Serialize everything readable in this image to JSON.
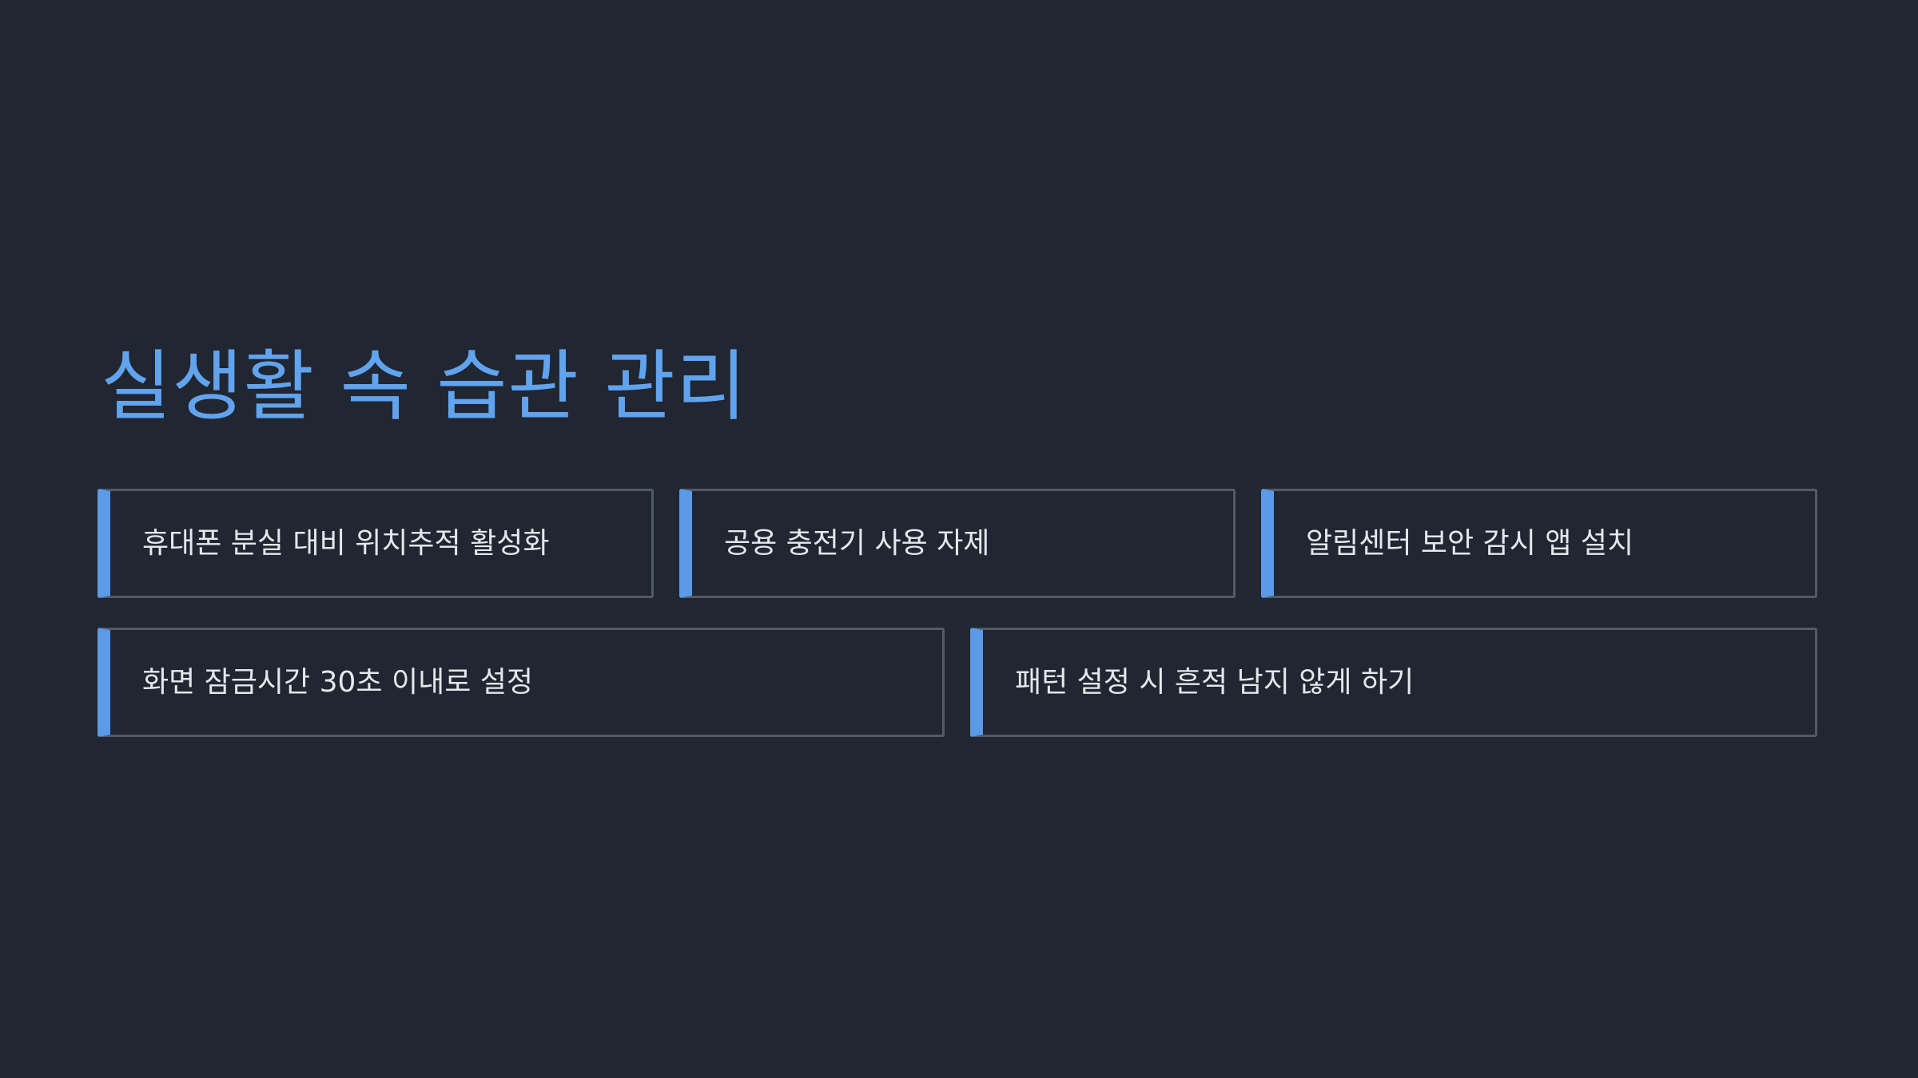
{
  "slide": {
    "title": "실생활 속 습관 관리",
    "items": [
      {
        "label": "휴대폰 분실 대비 위치추적 활성화"
      },
      {
        "label": "공용 충전기 사용 자제"
      },
      {
        "label": "알림센터 보안 감시 앱 설치"
      },
      {
        "label": "화면 잠금시간 30초 이내로 설정"
      },
      {
        "label": "패턴 설정 시 흔적 남지 않게 하기"
      }
    ]
  },
  "colors": {
    "background": "#202632",
    "title": "#61a3ec",
    "accent_bar": "#5b9ae6",
    "card_border": "#525968",
    "text": "#e4e7ec"
  }
}
